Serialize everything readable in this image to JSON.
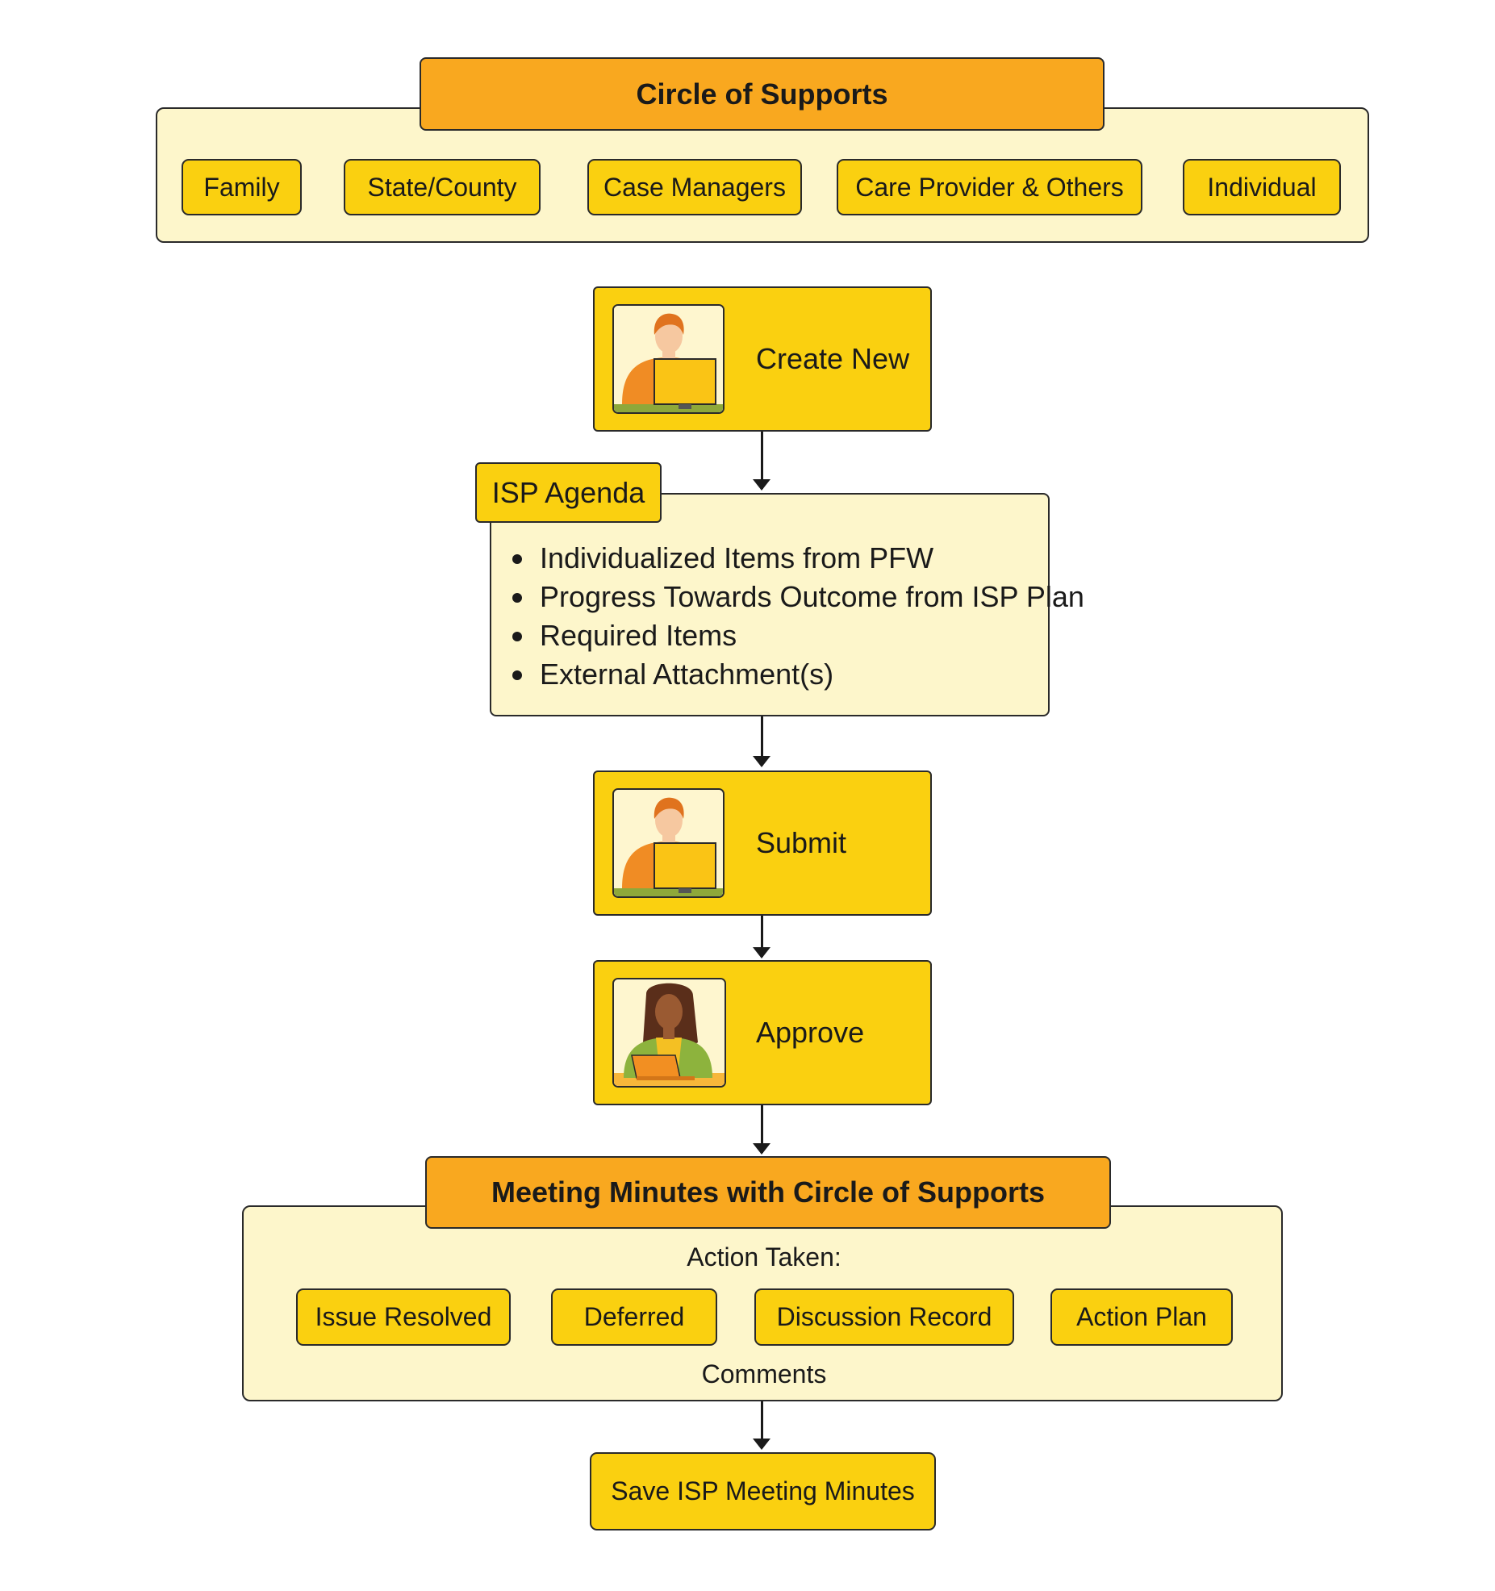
{
  "circle_of_supports": {
    "title": "Circle of Supports",
    "members": [
      "Family",
      "State/County",
      "Case Managers",
      "Care Provider & Others",
      "Individual"
    ]
  },
  "steps": {
    "create": {
      "label": "Create New",
      "icon": "person-at-computer-icon"
    },
    "submit": {
      "label": "Submit",
      "icon": "person-at-computer-icon"
    },
    "approve": {
      "label": "Approve",
      "icon": "woman-with-laptop-icon"
    }
  },
  "agenda": {
    "title": "ISP Agenda",
    "items": [
      "Individualized Items from PFW",
      "Progress Towards Outcome from ISP Plan",
      "Required Items",
      "External Attachment(s)"
    ]
  },
  "meeting_minutes": {
    "title": "Meeting Minutes with Circle of Supports",
    "action_label": "Action Taken:",
    "actions": [
      "Issue Resolved",
      "Deferred",
      "Discussion Record",
      "Action Plan"
    ],
    "comments_label": "Comments"
  },
  "final_step": {
    "label": "Save ISP Meeting Minutes"
  },
  "colors": {
    "header_orange": "#f9a81f",
    "chip_yellow": "#fad010",
    "panel_cream": "#fdf6cb",
    "outline": "#2a2a2a"
  }
}
